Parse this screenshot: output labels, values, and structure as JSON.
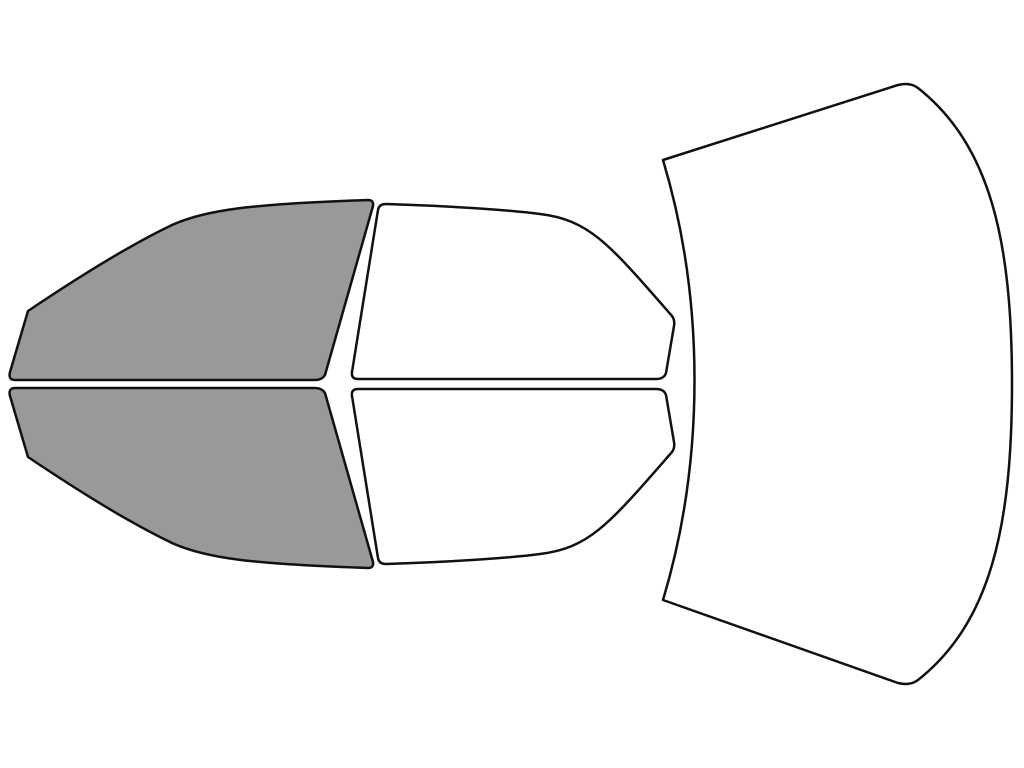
{
  "colors": {
    "background": "#ffffff",
    "outline": "#111111",
    "tinted": "#999999",
    "untinted": "#ffffff"
  },
  "panels": [
    {
      "id": "front-driver-window",
      "tinted": true
    },
    {
      "id": "front-passenger-window",
      "tinted": true
    },
    {
      "id": "rear-driver-window",
      "tinted": false
    },
    {
      "id": "rear-passenger-window",
      "tinted": false
    },
    {
      "id": "rear-windshield",
      "tinted": false
    }
  ]
}
